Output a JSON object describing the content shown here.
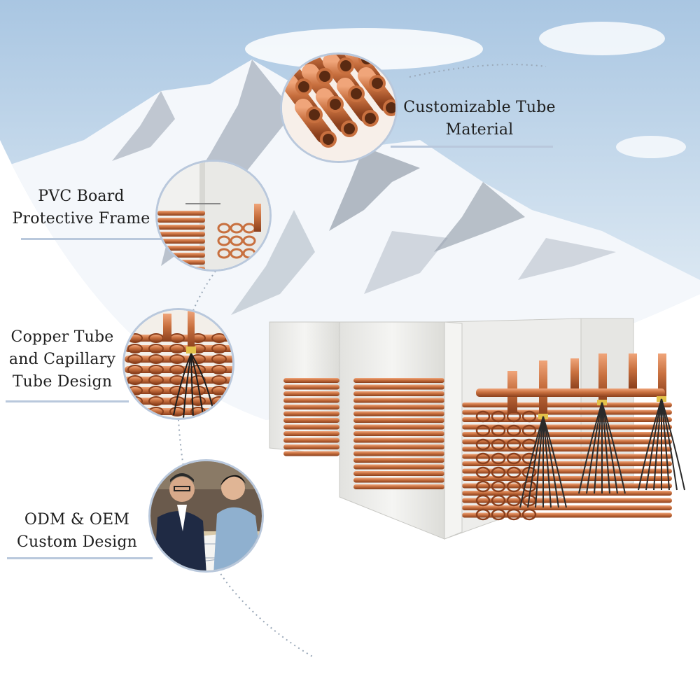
{
  "features": [
    {
      "id": "tube-material",
      "lines": [
        "Customizable Tube",
        "Material"
      ]
    },
    {
      "id": "pvc-frame",
      "lines": [
        "PVC Board",
        "Protective Frame"
      ]
    },
    {
      "id": "capillary",
      "lines": [
        "Copper Tube",
        "and Capillary",
        "Tube Design"
      ]
    },
    {
      "id": "odm-oem",
      "lines": [
        "ODM & OEM",
        "Custom Design"
      ]
    }
  ],
  "colors": {
    "copper": "#c8703f",
    "copper_dark": "#8a3f1c",
    "copper_light": "#f0a57a",
    "accent_line": "#b9c8dc",
    "sky": "#cfe0ef",
    "snow": "#f4f7fb",
    "rock": "#7a8796",
    "panel": "#efefed"
  },
  "icons": [
    "copper-pipes-icon",
    "pvc-frame-icon",
    "capillary-tube-icon",
    "engineers-icon"
  ]
}
